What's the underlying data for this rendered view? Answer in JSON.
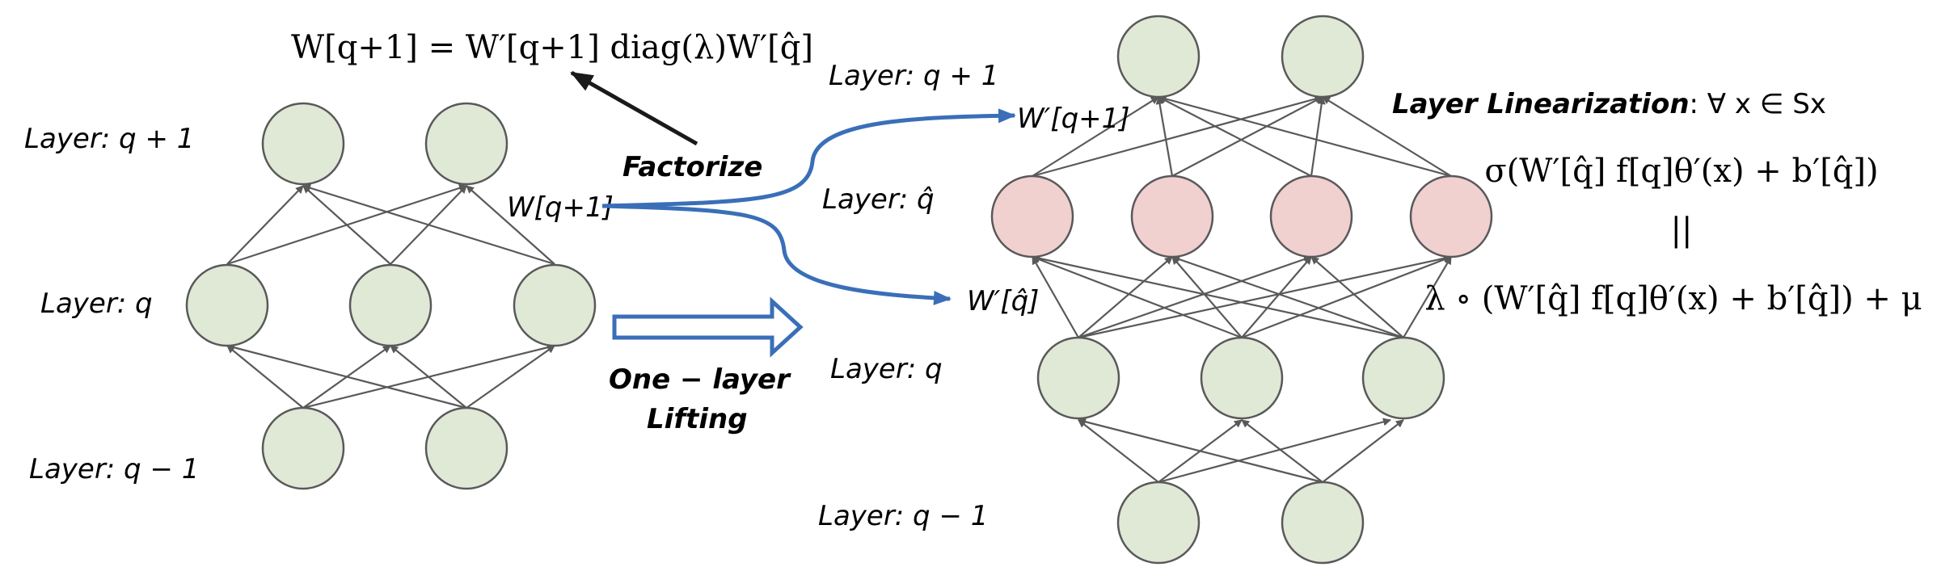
{
  "left_network": {
    "labels": {
      "top": "Layer: q + 1",
      "middle": "Layer: q",
      "bottom": "Layer: q − 1"
    },
    "weight_label": "W[q+1]"
  },
  "factorize": {
    "label": "Factorize",
    "equation": "W[q+1] = W′[q+1] diag(λ)W′[q̂]"
  },
  "lifting": {
    "label_line1": "One − layer",
    "label_line2": "Lifting"
  },
  "right_network": {
    "labels": {
      "top": "Layer: q + 1",
      "hidden": "Layer: q̂",
      "middle": "Layer: q",
      "bottom": "Layer: q − 1"
    },
    "weight_top": "W′[q+1]",
    "weight_hidden": "W′[q̂]"
  },
  "linearization": {
    "title": "Layer  Linearization",
    "condition": ": ∀ x ∈ Sx",
    "line1": "σ(W′[q̂] f[q]θ′(x) + b′[q̂])",
    "equals": "||",
    "line2": "λ ∘ (W′[q̂] f[q]θ′(x) + b′[q̂]) + μ"
  },
  "colors": {
    "node_green": "#dfe9d6",
    "node_red": "#f1d0d0",
    "arrow_blue": "#3a6fb8",
    "edge_gray": "#595959"
  }
}
